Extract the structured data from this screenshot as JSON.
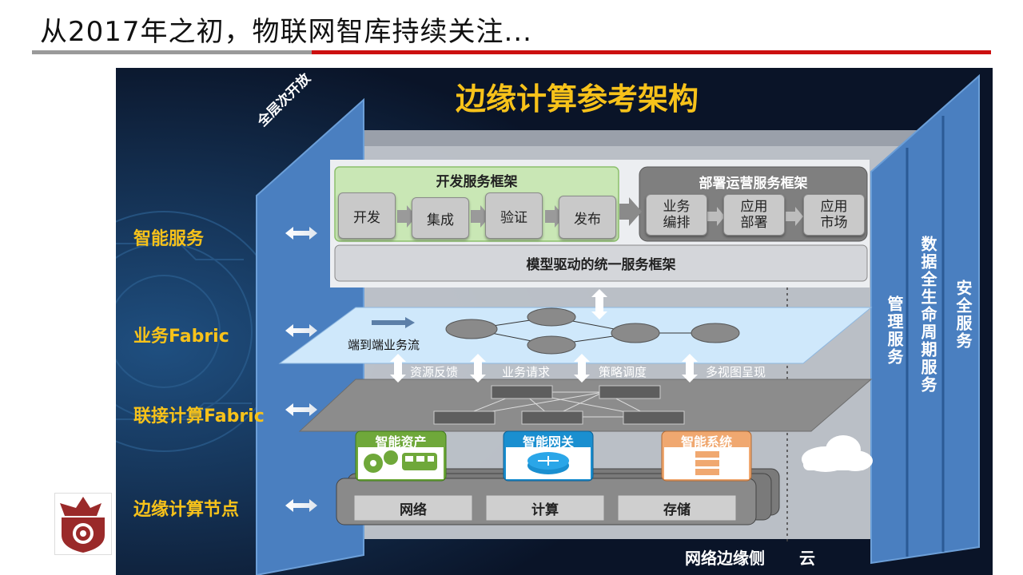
{
  "slide": {
    "title": "从2017年之初，物联网智库持续关注..."
  },
  "diagram": {
    "title": "边缘计算参考架构",
    "left_panel_label": "全层次开放",
    "layers": {
      "smart_services": "智能服务",
      "business_fabric": "业务Fabric",
      "connected_compute_fabric": "联接计算Fabric",
      "edge_nodes": "边缘计算节点"
    },
    "dev_framework": {
      "title": "开发服务框架",
      "steps": [
        "开发",
        "集成",
        "验证",
        "发布"
      ]
    },
    "deploy_framework": {
      "title": "部署运营服务框架",
      "items": [
        "业务\n编排",
        "应用\n部署",
        "应用\n市场"
      ]
    },
    "unified_framework": "模型驱动的统一服务框架",
    "flow_label": "端到端业务流",
    "interactions": [
      "资源反馈",
      "业务请求",
      "策略调度",
      "多视图呈现"
    ],
    "node_types": [
      "智能资产",
      "智能网关",
      "智能系统"
    ],
    "node_resources": [
      "网络",
      "计算",
      "存储"
    ],
    "right_columns": [
      "管理服务",
      "数据全生命周期服务",
      "安全服务"
    ],
    "bottom_labels": {
      "edge_side": "网络边缘侧",
      "cloud": "云"
    },
    "colors": {
      "title_yellow": "#f7c21a",
      "panel_blue": "#4a7fc0",
      "dev_green": "#c9e7b5",
      "deploy_gray": "#7f7f7f",
      "asset_green": "#6fa83a",
      "gateway_blue": "#1a8fd0",
      "system_orange": "#f0a870",
      "fabric_light_blue": "#cfe8fb"
    }
  }
}
